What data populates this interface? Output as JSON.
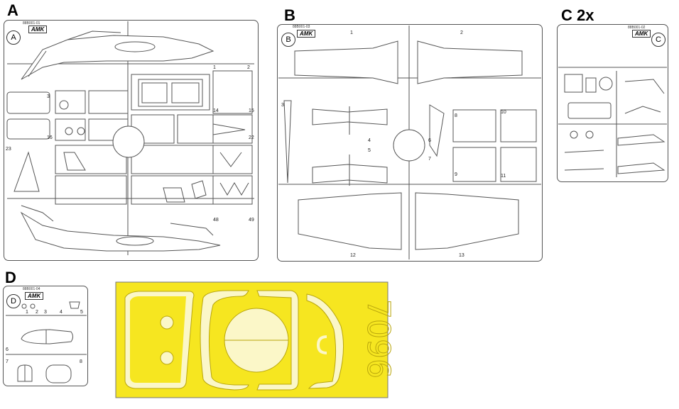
{
  "sprue_labels": {
    "a": "A",
    "b": "B",
    "c": "C 2x",
    "d": "D"
  },
  "frame_tags": {
    "a": "A",
    "b": "B",
    "c": "C",
    "d": "D"
  },
  "brand": "AMK",
  "codes": {
    "a": "88B001-01",
    "b": "88B001-03",
    "c": "88B001-02",
    "d": "88B001-04"
  },
  "mask_number": "7096",
  "colors": {
    "mask_yellow": "#f6e620",
    "mask_cut": "#fbf7c8",
    "line": "#555555"
  }
}
